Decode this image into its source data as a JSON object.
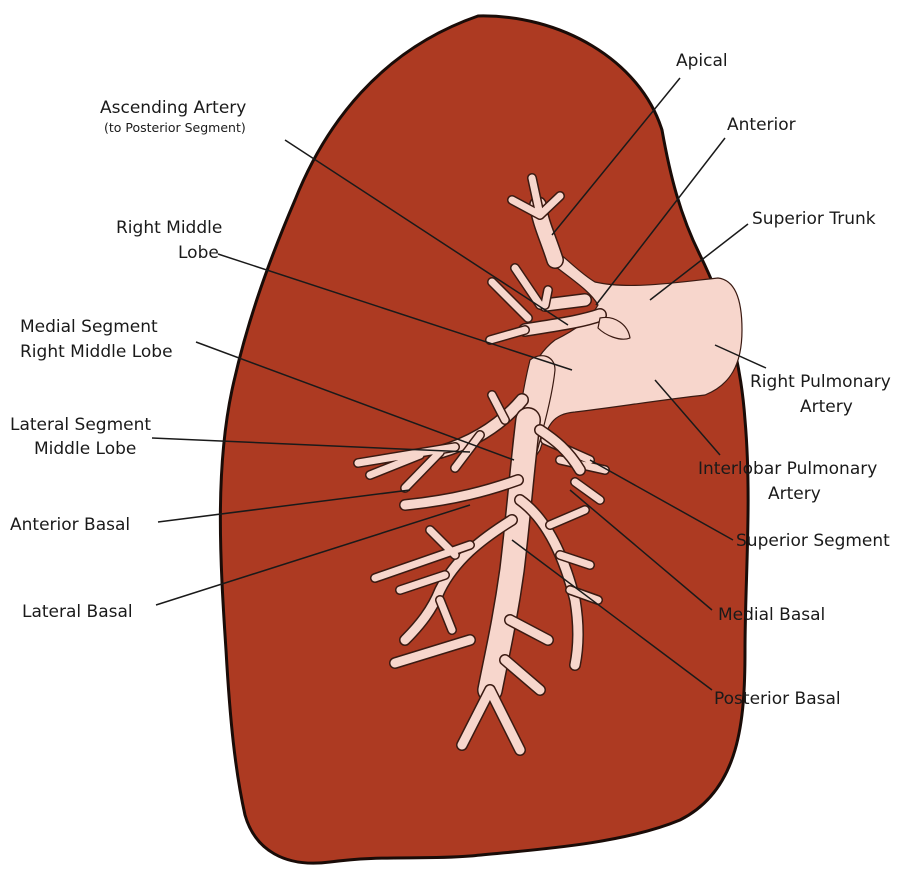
{
  "colors": {
    "lung": "#ad3a22",
    "lung_outline": "#1a0c08",
    "artery": "#f7d6cc",
    "label_text": "#1a1a1a"
  },
  "labels": {
    "apical": "Apical",
    "ascending_artery": "Ascending Artery",
    "ascending_artery_sub": "(to Posterior Segment)",
    "anterior": "Anterior",
    "superior_trunk": "Superior Trunk",
    "right_middle_lobe_1": "Right Middle",
    "right_middle_lobe_2": "Lobe",
    "medial_segment_1": "Medial Segment",
    "medial_segment_2": "Right Middle Lobe",
    "right_pulmonary_1": "Right Pulmonary",
    "right_pulmonary_2": "Artery",
    "lateral_segment_1": "Lateral Segment",
    "lateral_segment_2": "Middle Lobe",
    "interlobar_1": "Interlobar Pulmonary",
    "interlobar_2": "Artery",
    "anterior_basal": "Anterior Basal",
    "superior_segment": "Superior Segment",
    "lateral_basal": "Lateral Basal",
    "medial_basal": "Medial Basal",
    "posterior_basal": "Posterior Basal"
  }
}
